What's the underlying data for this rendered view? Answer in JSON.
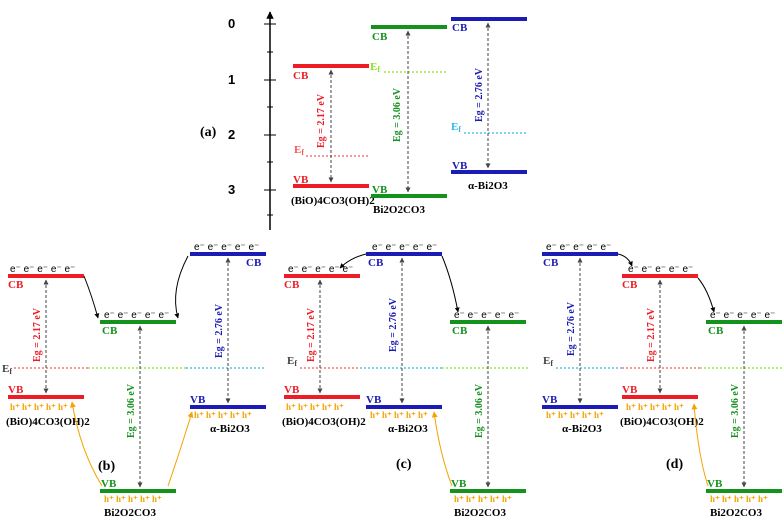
{
  "panels": {
    "a": "(a)",
    "b": "(b)",
    "c": "(c)",
    "d": "(d)"
  },
  "axis": {
    "ticks": [
      "0",
      "1",
      "2",
      "3"
    ]
  },
  "band_labels": {
    "cb": "CB",
    "vb": "VB",
    "ef": "E",
    "ef_sub": "f"
  },
  "materials": {
    "bioco3oh": "(BiO)4CO3(OH)2",
    "bi2o2co3": "Bi2O2CO3",
    "bi2o3": "α-Bi2O3"
  },
  "gaps": {
    "bioco3oh": "Eg = 2.17 eV",
    "bi2o2co3": "Eg = 3.06 eV",
    "bi2o3": "Eg = 2.76 eV"
  },
  "carriers": {
    "electrons": "e⁻ e⁻ e⁻ e⁻ e⁻",
    "holes": "h⁺ h⁺ h⁺ h⁺ h⁺"
  },
  "colors": {
    "bioco3oh": "#ee1c24",
    "bi2o2co3": "#13921c",
    "bi2o3": "#1b1bb5",
    "ef_bioco3oh": "#f05a5a",
    "ef_bi2o2co3": "#8fe020",
    "ef_bi2o3": "#2fb8e8",
    "hole_arrow": "#f4a300"
  }
}
